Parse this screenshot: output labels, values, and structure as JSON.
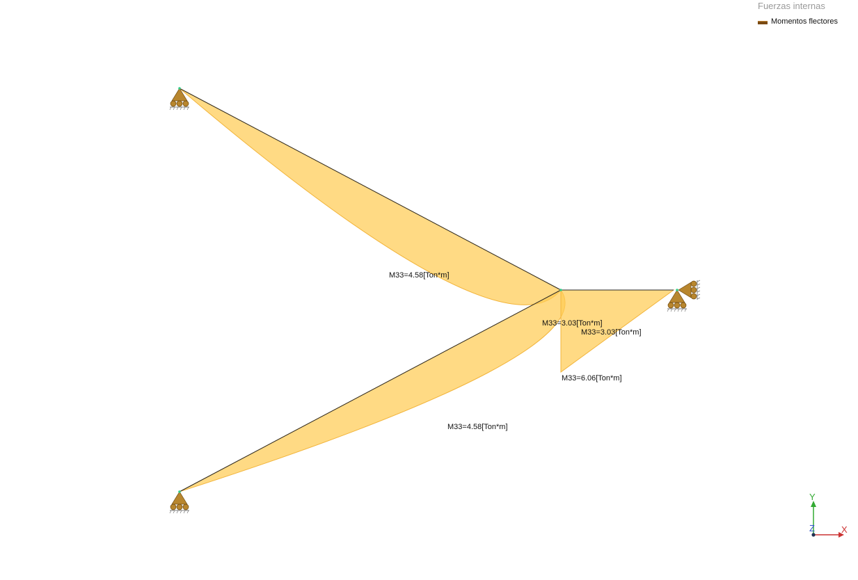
{
  "legend": {
    "title": "Fuerzas internas",
    "items": [
      {
        "label": "Momentos flectores",
        "color": "#7a4a12"
      }
    ]
  },
  "diagram": {
    "fill_color": "#ffcc55",
    "member_color": "#2a2a2a",
    "support_color": "#b8862e",
    "node_color": "#33cc88",
    "moment_labels": [
      "M33=4.58[Ton*m]",
      "M33=3.03[Ton*m]",
      "M33=3.03[Ton*m]",
      "M33=6.06[Ton*m]",
      "M33=4.58[Ton*m]"
    ]
  },
  "axes": {
    "x_label": "X",
    "y_label": "Y",
    "z_label": "Z",
    "x_color": "#cc3333",
    "y_color": "#33aa33",
    "z_color": "#3355cc"
  }
}
